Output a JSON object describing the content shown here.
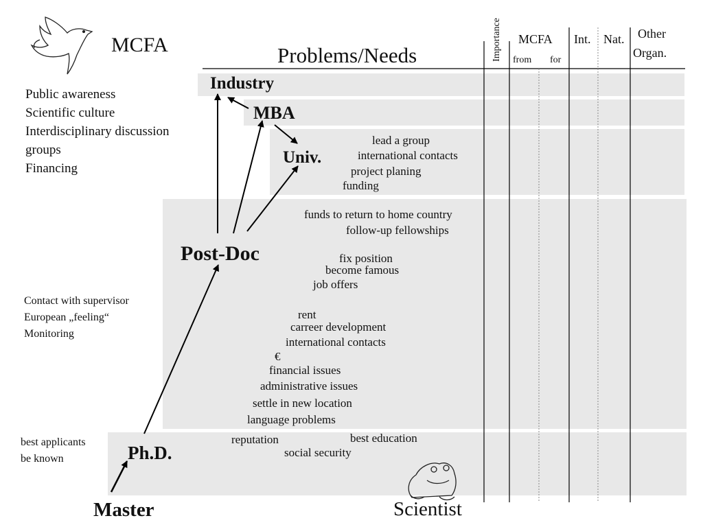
{
  "logo": {
    "text": "MCFA",
    "bird_icon": "dove-icon"
  },
  "heading": "Problems/Needs",
  "table_headers": {
    "importance": "Importance",
    "mcfa": "MCFA",
    "from": "from",
    "for": "for",
    "int": "Int.",
    "nat": "Nat.",
    "other_line1": "Other",
    "other_line2": "Organ."
  },
  "left_top_items": [
    "Public awareness",
    "Scientific culture",
    "Interdisciplinary discussion",
    "groups",
    "Financing"
  ],
  "left_mid_items": [
    "Contact with supervisor",
    "European „feeling“",
    "Monitoring"
  ],
  "left_bottom_items": [
    "best applicants",
    "be known"
  ],
  "stages": {
    "industry": "Industry",
    "mba": "MBA",
    "univ": "Univ.",
    "postdoc": "Post-Doc",
    "phd": "Ph.D.",
    "master": "Master"
  },
  "univ_needs": [
    "lead a group",
    "international contacts",
    "project planing",
    "funding"
  ],
  "postdoc_needs": [
    "funds to return to home country",
    "follow-up fellowships",
    "fix position",
    "become famous",
    "job offers",
    "rent",
    "carreer development",
    "international contacts",
    "€",
    "financial issues",
    "administrative issues",
    "settle in new location",
    "language problems"
  ],
  "phd_needs": [
    "reputation",
    "best education",
    "social security"
  ],
  "footer": {
    "scientist": "Scientist",
    "frog_icon": "frog-icon"
  }
}
